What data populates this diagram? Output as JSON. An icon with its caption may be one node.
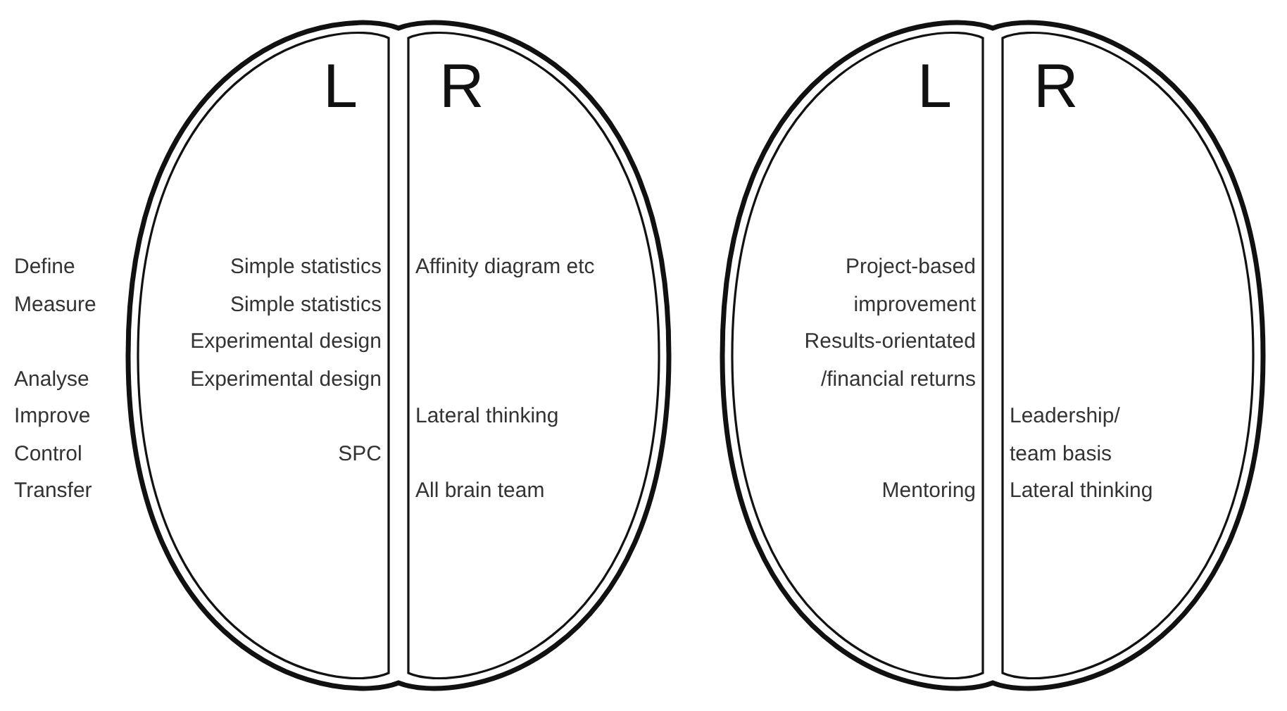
{
  "diagram": {
    "nodes": [
      {
        "text": [
          "L",
          "Simple statistics",
          "Simple statistics",
          "Experimental design",
          "Experimental design",
          "SPC"
        ]
      },
      {
        "text": [
          "R",
          "Affinity diagram etc",
          "Lateral thinking",
          "All brain team"
        ]
      },
      {
        "text": [
          "L",
          "Project-based improvement",
          "Results-orientated /financial returns",
          "Mentoring"
        ]
      },
      {
        "text": [
          "R",
          "Leadership/ team basis",
          "Lateral thinking"
        ]
      }
    ],
    "edges": [],
    "labels": [
      "Define",
      "Measure",
      "Analyse",
      "Improve",
      "Control",
      "Transfer"
    ]
  }
}
